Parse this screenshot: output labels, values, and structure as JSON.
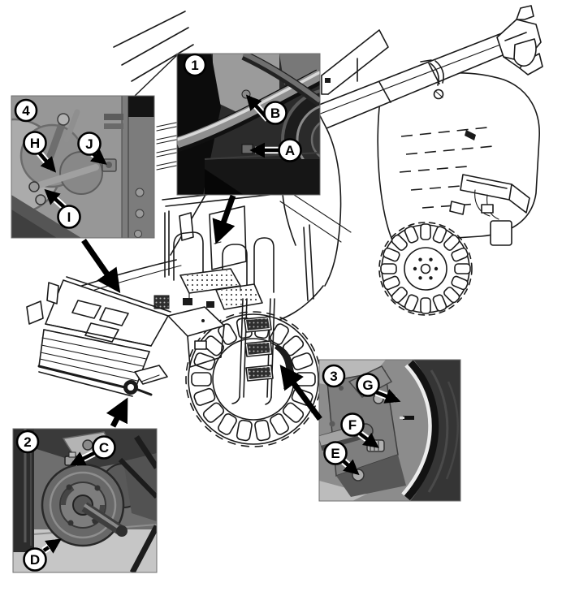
{
  "figure": {
    "subject": "combine harvester line drawing with four photo insets of service points",
    "background_color": "#ffffff",
    "line_color": "#1a1a1a",
    "arrow_color": "#000000",
    "badge_fill": "#ffffff",
    "insets": [
      {
        "number": "1",
        "callouts": [
          "B",
          "A"
        ]
      },
      {
        "number": "2",
        "callouts": [
          "C",
          "D"
        ]
      },
      {
        "number": "3",
        "callouts": [
          "G",
          "F",
          "E"
        ]
      },
      {
        "number": "4",
        "callouts": [
          "H",
          "J",
          "I"
        ]
      }
    ]
  }
}
